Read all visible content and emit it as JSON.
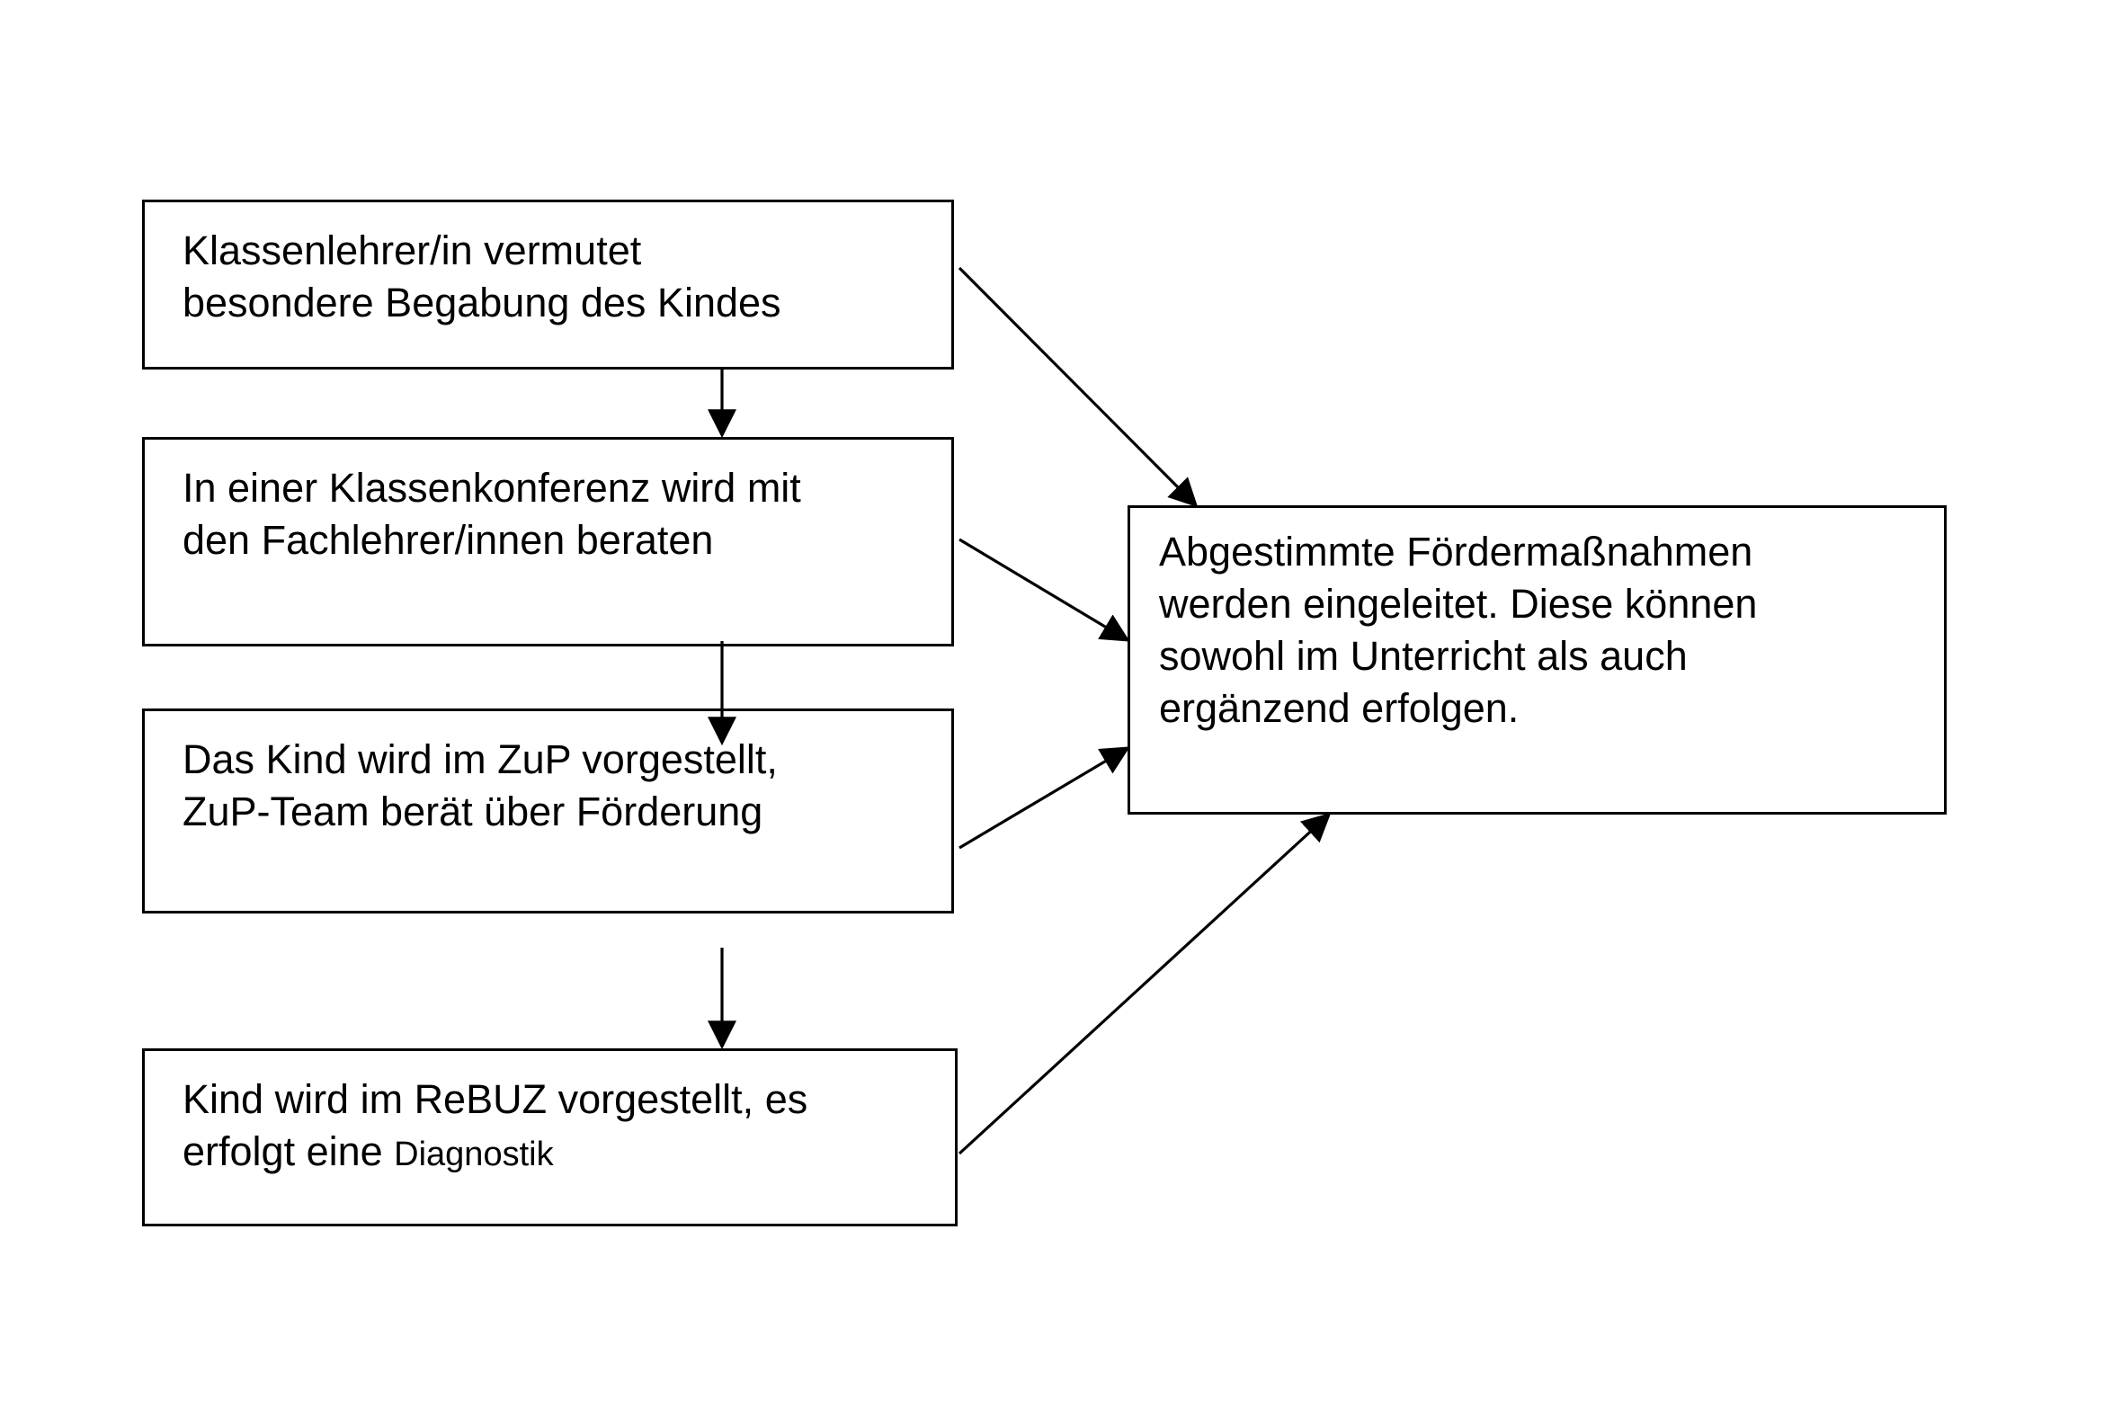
{
  "nodes": {
    "suspicion": {
      "line1": "Klassenlehrer/in vermutet",
      "line2": "besondere Begabung des Kindes"
    },
    "conference": {
      "line1": "In einer Klassenkonferenz wird mit",
      "line2": "den Fachlehrer/innen beraten"
    },
    "zup": {
      "line1": "Das Kind wird im ZuP vorgestellt,",
      "line2": "ZuP-Team berät über Förderung"
    },
    "rebuz": {
      "line1": "Kind wird im ReBUZ vorgestellt, es",
      "line2_prefix": "erfolgt eine ",
      "line2_suffix": "Diagnostik"
    },
    "measures": {
      "line1": "Abgestimmte Fördermaßnahmen",
      "line2": "werden eingeleitet. Diese können",
      "line3": "sowohl im Unterricht als auch",
      "line4": "ergänzend erfolgen."
    }
  },
  "edges": [
    {
      "from": "suspicion",
      "to": "conference"
    },
    {
      "from": "conference",
      "to": "zup"
    },
    {
      "from": "zup",
      "to": "rebuz"
    },
    {
      "from": "suspicion",
      "to": "measures"
    },
    {
      "from": "conference",
      "to": "measures"
    },
    {
      "from": "zup",
      "to": "measures"
    },
    {
      "from": "rebuz",
      "to": "measures"
    }
  ],
  "colors": {
    "stroke": "#000000",
    "background": "#ffffff"
  }
}
